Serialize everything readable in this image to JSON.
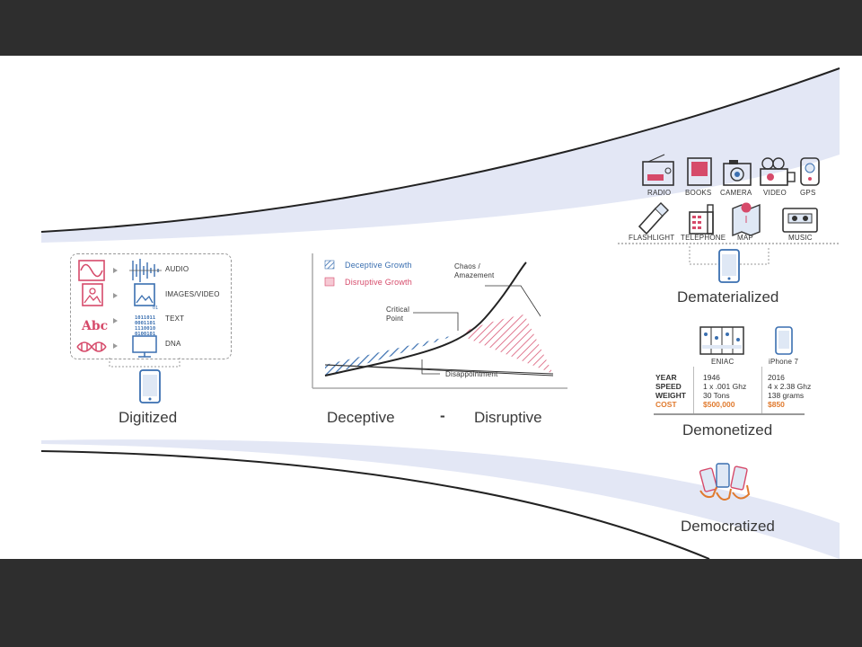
{
  "sections": {
    "digitized": {
      "label": "Digitized",
      "items": [
        "AUDIO",
        "IMAGES/VIDEO",
        "TEXT",
        "DNA"
      ],
      "binary_text": "1011011\n0001101\n1110010\n0100101",
      "abc_icon_text": "Abc"
    },
    "deceptive_disruptive": {
      "label_left": "Deceptive",
      "label_separator": "-",
      "label_right": "Disruptive",
      "legend": [
        "Deceptive Growth",
        "Disruptive Growth"
      ],
      "annotations": {
        "chaos": "Chaos /\nAmazement",
        "critical": "Critical\nPoint",
        "disappointment": "Disappointment"
      }
    },
    "dematerialized": {
      "label": "Dematerialized",
      "row1": [
        "RADIO",
        "BOOKS",
        "CAMERA",
        "VIDEO",
        "GPS"
      ],
      "row2": [
        "FLASHLIGHT",
        "TELEPHONE",
        "MAP",
        "MUSIC"
      ]
    },
    "demonetized": {
      "label": "Demonetized",
      "devices": [
        "ENIAC",
        "iPhone 7"
      ],
      "rows": [
        {
          "key": "YEAR",
          "eniac": "1946",
          "iphone": "2016"
        },
        {
          "key": "SPEED",
          "eniac": "1 x .001 Ghz",
          "iphone": "4 x 2.38 Ghz"
        },
        {
          "key": "WEIGHT",
          "eniac": "30 Tons",
          "iphone": "138 grams"
        },
        {
          "key": "COST",
          "eniac": "$500,000",
          "iphone": "$850"
        }
      ]
    },
    "democratized": {
      "label": "Democratized"
    }
  },
  "colors": {
    "accent_blue": "#3a6fb0",
    "accent_pink": "#d64a6a",
    "band": "#e3e7f5",
    "cost_orange": "#e07a2e"
  }
}
